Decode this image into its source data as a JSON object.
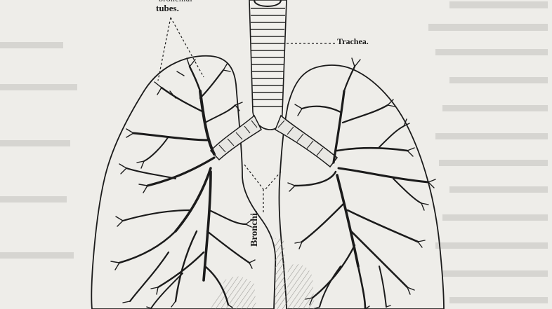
{
  "labels": {
    "tubes_partial": "bronchial",
    "tubes": "tubes.",
    "trachea": "Trachea.",
    "bronchi": "Bronchi."
  },
  "colors": {
    "paper": "#eeede9",
    "ink": "#1b1b1b",
    "shade": "#bdbcb8",
    "bg_text": "#d4d3cf"
  }
}
